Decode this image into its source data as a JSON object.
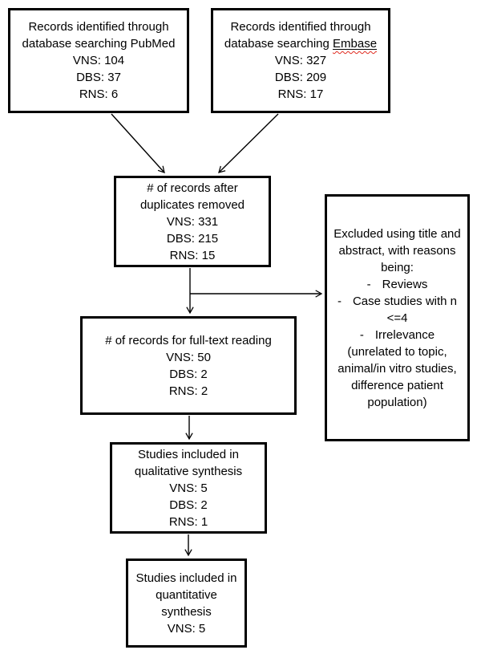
{
  "diagram": {
    "boxes": {
      "pubmed": {
        "title": "Records identified through database searching PubMed",
        "stats": [
          "VNS: 104",
          "DBS: 37",
          "RNS: 6"
        ]
      },
      "embase": {
        "title_prefix": "Records identified through database searching ",
        "misspelled_word": "Embase",
        "stats": [
          "VNS: 327",
          "DBS: 209",
          "RNS: 17"
        ]
      },
      "duplicates_removed": {
        "title": "# of records after duplicates removed",
        "stats": [
          "VNS: 331",
          "DBS: 215",
          "RNS: 15"
        ]
      },
      "excluded": {
        "intro": "Excluded using title and abstract, with reasons being:",
        "bullet_char": "-",
        "reasons": [
          "Reviews",
          "Case studies with n <=4",
          "Irrelevance (unrelated to topic, animal/in vitro studies, difference patient population)"
        ]
      },
      "full_text": {
        "title": "# of records for full-text reading",
        "stats": [
          "VNS: 50",
          "DBS: 2",
          "RNS: 2"
        ]
      },
      "qualitative": {
        "title": "Studies included in qualitative synthesis",
        "stats": [
          "VNS: 5",
          "DBS: 2",
          "RNS: 1"
        ]
      },
      "quantitative": {
        "title": "Studies included in quantitative synthesis",
        "stats": [
          "VNS: 5"
        ]
      }
    },
    "colors": {
      "box_border": "#000000",
      "text": "#000000",
      "background": "#ffffff",
      "arrow": "#000000",
      "spellcheck_underline": "#e02b20"
    }
  }
}
